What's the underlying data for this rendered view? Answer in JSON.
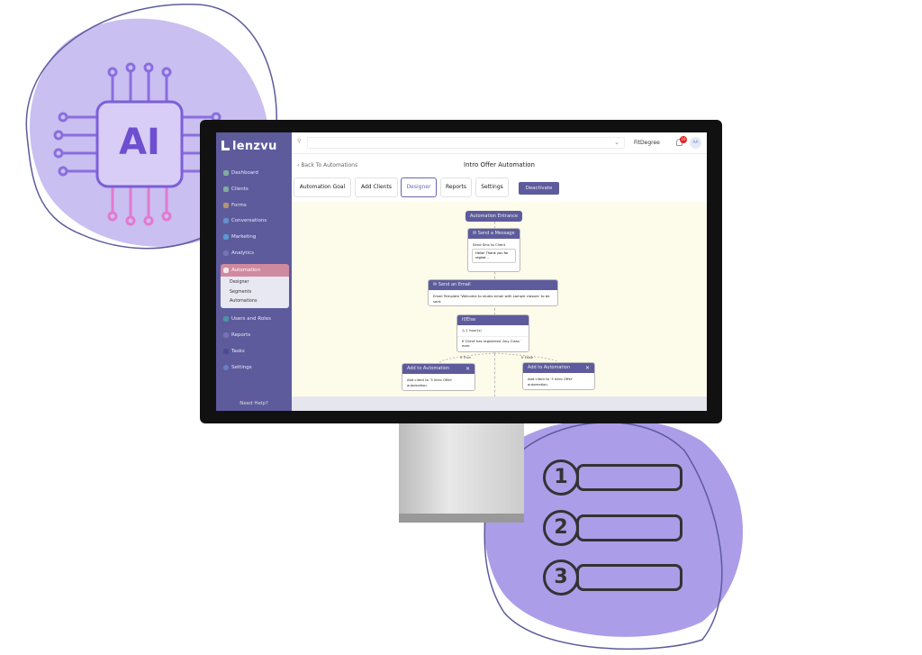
{
  "illustration": {
    "chip_label": "AI",
    "list_numbers": [
      "1",
      "2",
      "3"
    ]
  },
  "app": {
    "logo": "lenzvu",
    "sidebar": {
      "items": [
        {
          "label": "Dashboard",
          "icon": "dashboard-icon"
        },
        {
          "label": "Clients",
          "icon": "clients-icon"
        },
        {
          "label": "Forms",
          "icon": "forms-icon"
        },
        {
          "label": "Conversations",
          "icon": "conversations-icon"
        },
        {
          "label": "Marketing",
          "icon": "marketing-icon"
        },
        {
          "label": "Analytics",
          "icon": "analytics-icon"
        },
        {
          "label": "Automation",
          "icon": "automation-icon",
          "active": true
        },
        {
          "label": "Users and Roles",
          "icon": "users-icon"
        },
        {
          "label": "Reports",
          "icon": "reports-icon"
        },
        {
          "label": "Tasks",
          "icon": "tasks-icon"
        },
        {
          "label": "Settings",
          "icon": "settings-icon"
        }
      ],
      "sub_items": [
        "Designer",
        "Segments",
        "Automations"
      ],
      "help": "Need Help?"
    },
    "header": {
      "search_placeholder": "",
      "org": "FitDegree",
      "notifications": "10",
      "avatar": "AA"
    },
    "page": {
      "back": "Back To Automations",
      "title": "Intro Offer Automation"
    },
    "tabs": [
      "Automation Goal",
      "Add Clients",
      "Designer",
      "Reports",
      "Settings"
    ],
    "active_tab": "Designer",
    "deactivate": "Deactivate",
    "flow": {
      "entrance": "Automation Entrance",
      "message": {
        "title": "Send a Message",
        "label": "Send Sms to Client",
        "text": "Hello! Thank you for registr..."
      },
      "email": {
        "title": "Send an Email",
        "text": "Email Template 'Welcome to studio email with sample classes' to be sent."
      },
      "ifelse": {
        "title": "If/Else",
        "wait": "1 hour(s)",
        "condition": "If Client has registered 'Any Class' ever."
      },
      "branch_true": "If True",
      "branch_false": "If False",
      "add_left": {
        "title": "Add to Automation",
        "text": "Add client to '3 Intro Offer' automation."
      },
      "add_right": {
        "title": "Add to Automation",
        "text": "Add client to '3 Intro Offer' automation."
      }
    },
    "colors": {
      "primary": "#5d5b9c",
      "active": "#d08aa0",
      "canvas": "#fdfbea"
    }
  }
}
